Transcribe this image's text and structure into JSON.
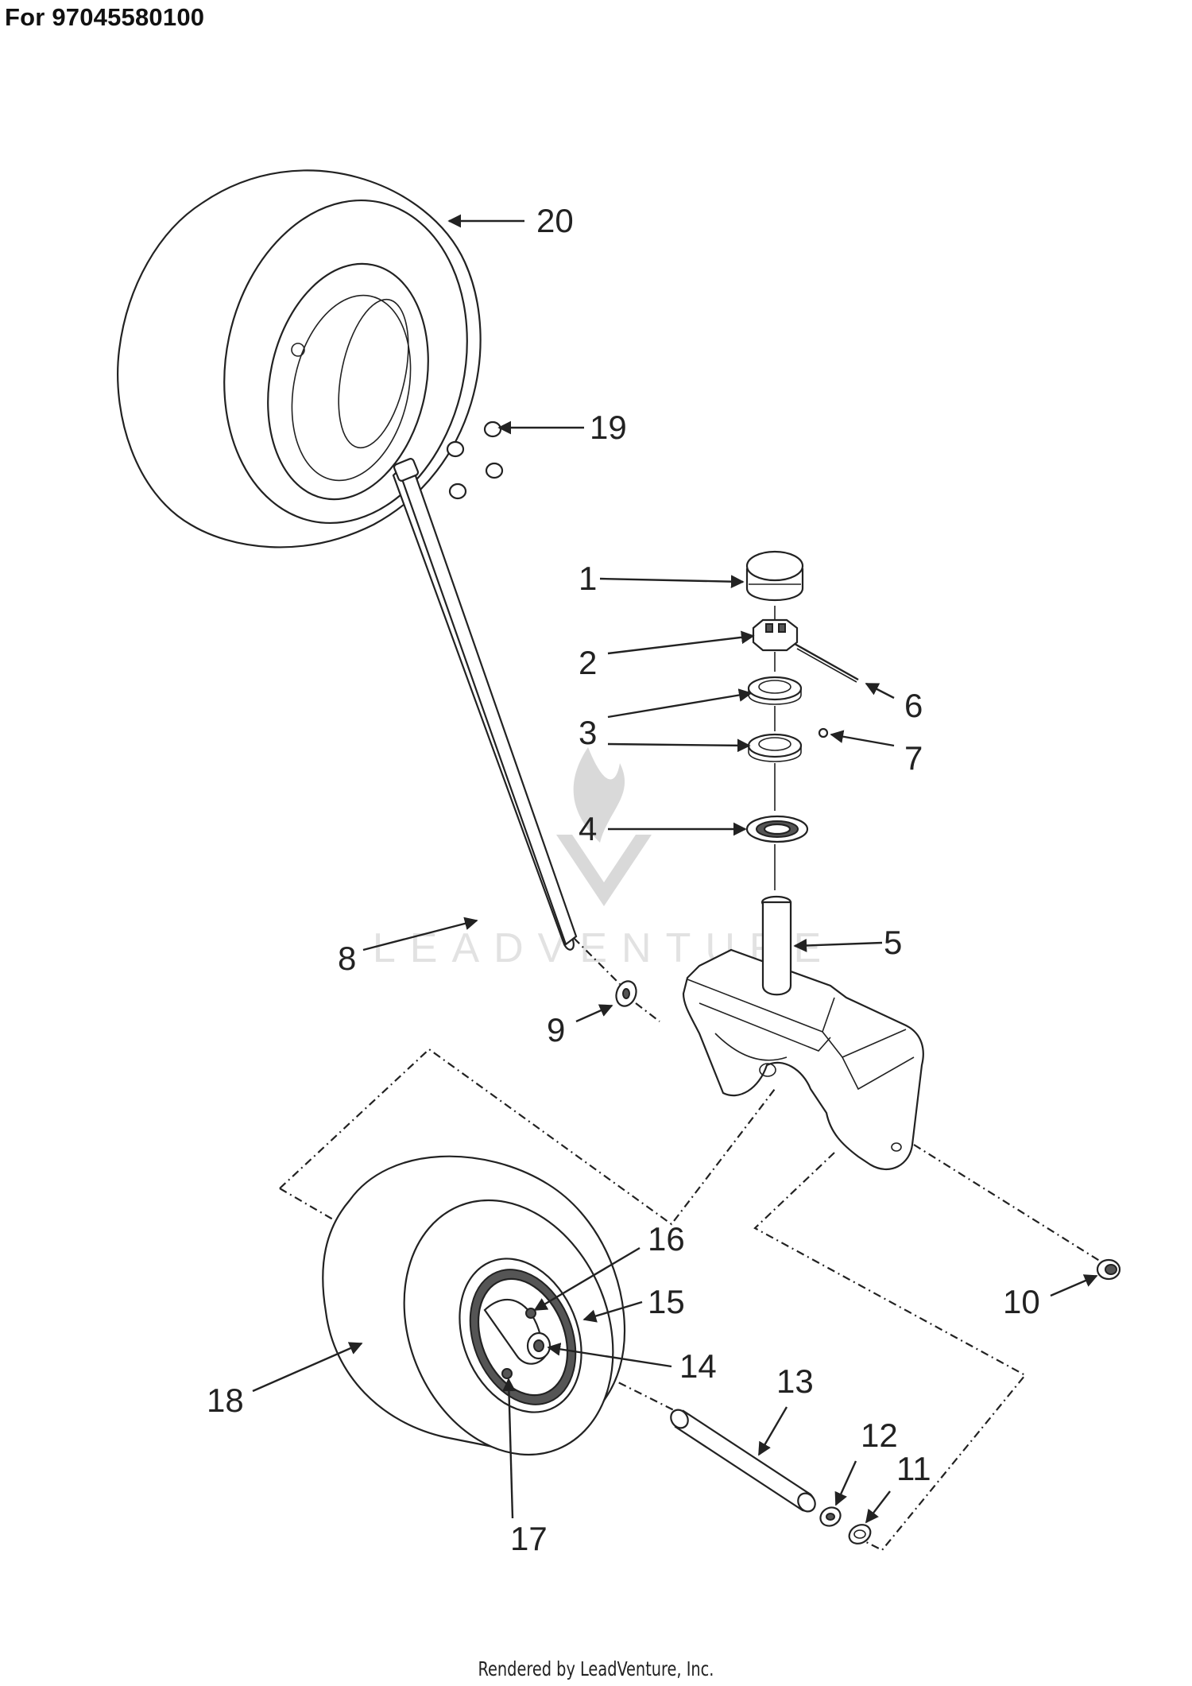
{
  "header": {
    "title": "For 97045580100"
  },
  "footer": {
    "text": "Rendered by LeadVenture, Inc."
  },
  "watermark": {
    "text": "LEADVENTURE",
    "color": "#d9d9d9"
  },
  "callouts": {
    "c1": "1",
    "c2": "2",
    "c3a": "3",
    "c3b": "3",
    "c4": "4",
    "c5": "5",
    "c6": "6",
    "c7": "7",
    "c8": "8",
    "c9": "9",
    "c10": "10",
    "c11": "11",
    "c12": "12",
    "c13": "13",
    "c14": "14",
    "c15": "15",
    "c16": "16",
    "c17": "17",
    "c18": "18",
    "c19": "19",
    "c20": "20"
  }
}
